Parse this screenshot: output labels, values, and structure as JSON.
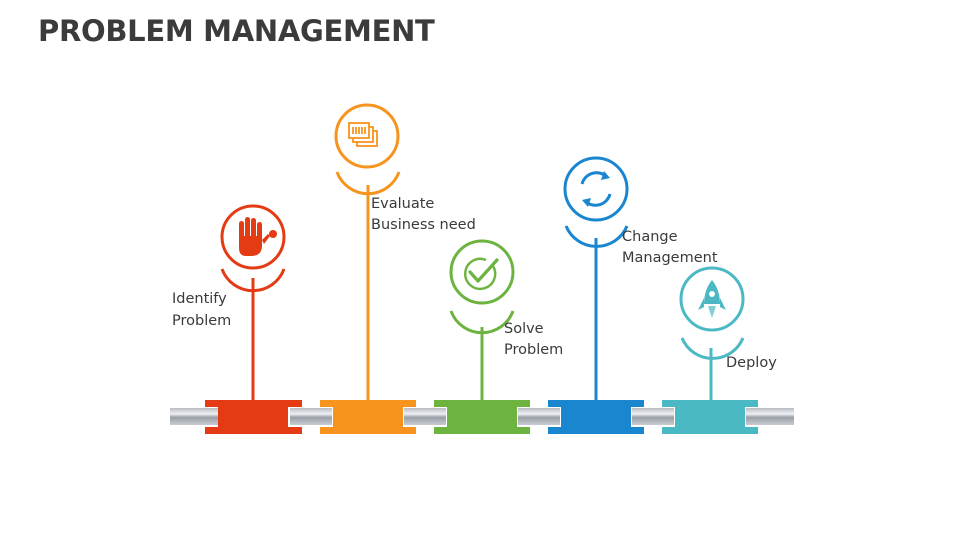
{
  "title": "PROBLEM MANAGEMENT",
  "steps": [
    {
      "label_line1": "Identify",
      "label_line2": "Problem",
      "color": "#e53b15",
      "icon": "stop-hand-icon"
    },
    {
      "label_line1": "Evaluate",
      "label_line2": "Business need",
      "color": "#f7941d",
      "icon": "documents-icon"
    },
    {
      "label_line1": "Solve",
      "label_line2": "Problem",
      "color": "#6db33f",
      "icon": "check-circle-icon"
    },
    {
      "label_line1": "Change",
      "label_line2": "Management",
      "color": "#1a86d0",
      "icon": "refresh-cycle-icon"
    },
    {
      "label_line1": "Deploy",
      "label_line2": "",
      "color": "#4bb9c4",
      "icon": "rocket-icon"
    }
  ]
}
